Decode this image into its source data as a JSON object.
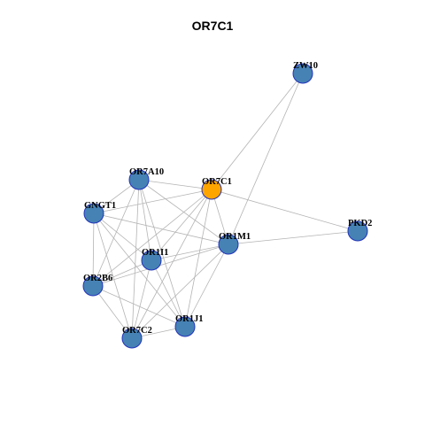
{
  "title": "OR7C1",
  "colors": {
    "node_fill": "#4682b4",
    "node_outline": "#2233bb",
    "focus_fill": "#ffa500",
    "edge": "#b4b4b4"
  },
  "nodes": [
    {
      "id": "ZW10",
      "label": "ZW10",
      "focus": false
    },
    {
      "id": "OR7A10",
      "label": "OR7A10",
      "focus": false
    },
    {
      "id": "OR7C1",
      "label": "OR7C1",
      "focus": true
    },
    {
      "id": "GNGT1",
      "label": "GNGT1",
      "focus": false
    },
    {
      "id": "PKD2",
      "label": "PKD2",
      "focus": false
    },
    {
      "id": "OR1M1",
      "label": "OR1M1",
      "focus": false
    },
    {
      "id": "OR1I1",
      "label": "OR1I1",
      "focus": false
    },
    {
      "id": "OR2B6",
      "label": "OR2B6",
      "focus": false
    },
    {
      "id": "OR1J1",
      "label": "OR1J1",
      "focus": false
    },
    {
      "id": "OR7C2",
      "label": "OR7C2",
      "focus": false
    }
  ],
  "edges": [
    [
      "ZW10",
      "OR7C1"
    ],
    [
      "ZW10",
      "OR1M1"
    ],
    [
      "OR7A10",
      "OR7C1"
    ],
    [
      "OR7A10",
      "GNGT1"
    ],
    [
      "OR7A10",
      "OR1M1"
    ],
    [
      "OR7A10",
      "OR1I1"
    ],
    [
      "OR7A10",
      "OR2B6"
    ],
    [
      "OR7A10",
      "OR1J1"
    ],
    [
      "OR7A10",
      "OR7C2"
    ],
    [
      "OR7C1",
      "GNGT1"
    ],
    [
      "OR7C1",
      "OR1M1"
    ],
    [
      "OR7C1",
      "OR1I1"
    ],
    [
      "OR7C1",
      "OR2B6"
    ],
    [
      "OR7C1",
      "OR1J1"
    ],
    [
      "OR7C1",
      "OR7C2"
    ],
    [
      "OR7C1",
      "PKD2"
    ],
    [
      "GNGT1",
      "OR1M1"
    ],
    [
      "GNGT1",
      "OR1I1"
    ],
    [
      "GNGT1",
      "OR2B6"
    ],
    [
      "GNGT1",
      "OR1J1"
    ],
    [
      "GNGT1",
      "OR7C2"
    ],
    [
      "PKD2",
      "OR1M1"
    ],
    [
      "OR1M1",
      "OR1I1"
    ],
    [
      "OR1M1",
      "OR2B6"
    ],
    [
      "OR1M1",
      "OR1J1"
    ],
    [
      "OR1M1",
      "OR7C2"
    ],
    [
      "OR1I1",
      "OR2B6"
    ],
    [
      "OR1I1",
      "OR1J1"
    ],
    [
      "OR1I1",
      "OR7C2"
    ],
    [
      "OR2B6",
      "OR1J1"
    ],
    [
      "OR2B6",
      "OR7C2"
    ],
    [
      "OR1J1",
      "OR7C2"
    ]
  ]
}
